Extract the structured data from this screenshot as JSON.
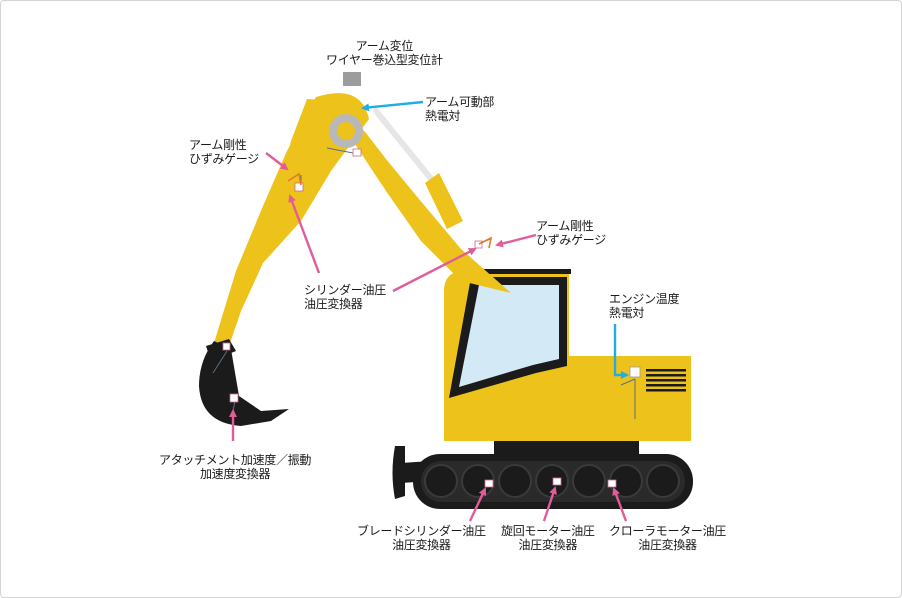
{
  "colors": {
    "machine": "#EDC21A",
    "dark": "#1B1B1B",
    "glass": "#D4E9F6",
    "arrow_pink": "#E25C9A",
    "arrow_blue": "#20AEE2",
    "sensor": "#FFFFFF",
    "cylinder": "#E6E6E6",
    "wire": "#5A6E86"
  },
  "labels": {
    "arm_wire": {
      "line1": "アーム変位",
      "line2": "ワイヤー巻込型変位計"
    },
    "arm_joint": {
      "line1": "アーム可動部",
      "line2": "熱電対"
    },
    "arm_strain_left": {
      "line1": "アーム剛性",
      "line2": "ひずみゲージ"
    },
    "arm_strain_right": {
      "line1": "アーム剛性",
      "line2": "ひずみゲージ"
    },
    "cylinder": {
      "line1": "シリンダー油圧",
      "line2": "油圧変換器"
    },
    "engine": {
      "line1": "エンジン温度",
      "line2": "熱電対"
    },
    "attachment": {
      "line1": "アタッチメント加速度／振動",
      "line2": "加速度変換器"
    },
    "blade": {
      "line1": "ブレードシリンダー油圧",
      "line2": "油圧変換器"
    },
    "swing": {
      "line1": "旋回モーター油圧",
      "line2": "油圧変換器"
    },
    "crawler": {
      "line1": "クローラモーター油圧",
      "line2": "油圧変換器"
    }
  }
}
